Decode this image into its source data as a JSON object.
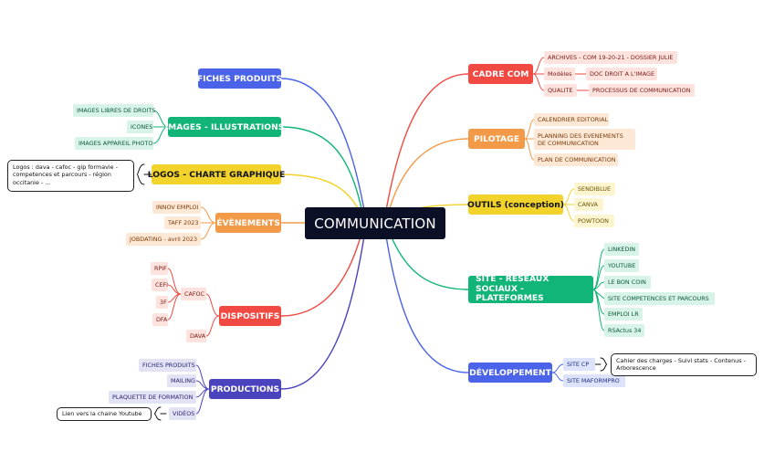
{
  "center": "COMMUNICATION",
  "colors": {
    "blue": "#4a63e8",
    "green": "#11b577",
    "yellow": "#f2d32b",
    "orange": "#f39a48",
    "red": "#f04a43",
    "indigo": "#4a43bd",
    "leaf_red_bg": "#fde2de",
    "leaf_green_bg": "#d8f3e7",
    "leaf_orange_bg": "#fde8d6",
    "leaf_yellow_bg": "#fdf4d0",
    "leaf_lilac_bg": "#e3e3f6"
  },
  "branches": {
    "fiches_produits": "FICHES PRODUITS",
    "images": {
      "label": "IMAGES - ILLUSTRATIONS",
      "items": [
        "IMAGES LIBRES DE DROITS",
        "ICONES",
        "IMAGES APPAREIL PHOTO"
      ]
    },
    "logos": {
      "label": "LOGOS - CHARTE GRAPHIQUE",
      "note": "Logos : dava - cafoc - gip formavie - competences et parcours - région occitanie - ..."
    },
    "evenements": {
      "label": "ÉVÈNEMENTS",
      "items": [
        "INNOV EMPLOI",
        "TAFF 2023",
        "JOBDATING - avril 2023"
      ]
    },
    "dispositifs": {
      "label": "DISPOSITIFS",
      "cafoc": "CAFOC",
      "cafoc_items": [
        "RPIF",
        "CEFI",
        "3F",
        "DFA"
      ],
      "dava": "DAVA"
    },
    "productions": {
      "label": "PRODUCTIONS",
      "items": [
        "FICHES PRODUITS",
        "MAILING",
        "PLAQUETTE DE FORMATION",
        "VIDÉOS"
      ],
      "video_note": "Lien vers la chaine Youtube"
    },
    "cadre_com": {
      "label": "CADRE COM",
      "archives": "ARCHIVES - COM 19-20-21 - DOSSIER JULIE",
      "modeles": "Modèles",
      "modeles_child": "DOC DROIT A L'IMAGE",
      "qualite": "QUALITE",
      "qualite_child": "PROCESSUS DE COMMUNICATION"
    },
    "pilotage": {
      "label": "PILOTAGE",
      "items": [
        "CALENDRIER EDITORIAL",
        "PLANNING DES EVENEMENTS DE COMMUNICATION",
        "PLAN DE COMMUNICATION"
      ]
    },
    "outils": {
      "label": "OUTILS (conception)",
      "items": [
        "SENDIBLUE",
        "CANVA",
        "POWTOON"
      ]
    },
    "site": {
      "label": "SITE - RÉSEAUX SOCIAUX - PLATEFORMES",
      "items": [
        "LINKEDIN",
        "YOUTUBE",
        "LE BON COIN",
        "SITE COMPETENCES ET PARCOURS",
        "EMPLOI LR",
        "RSActus 34"
      ]
    },
    "developpement": {
      "label": "DÉVELOPPEMENT",
      "items": [
        "SITE CP",
        "SITE MAFORMPRO"
      ],
      "site_cp_note": "Cahier des charges - Suivi stats - Contenus - Arborescence"
    }
  }
}
